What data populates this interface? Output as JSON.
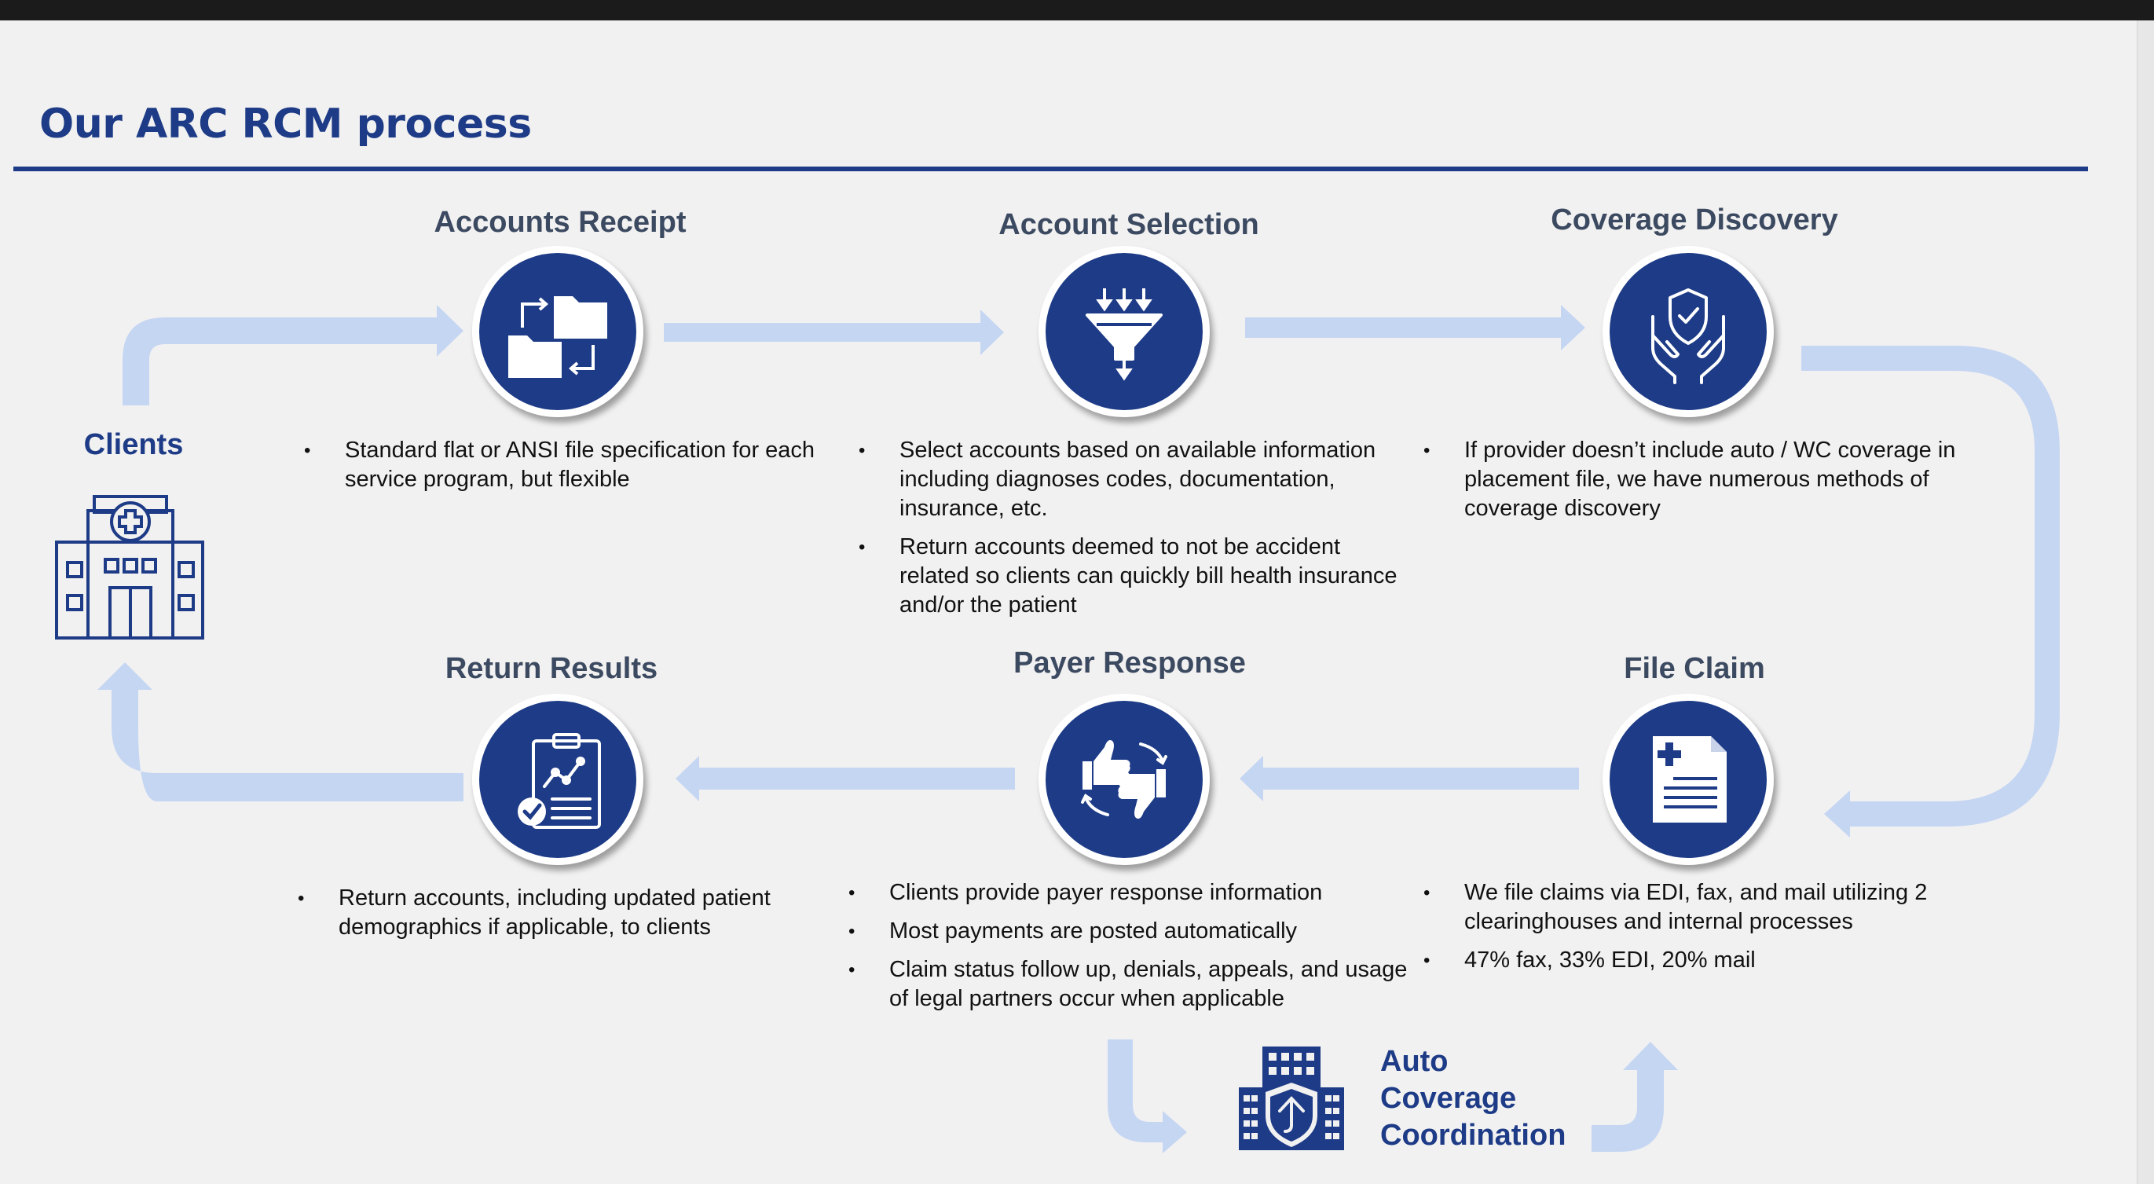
{
  "title": "Our ARC RCM process",
  "colors": {
    "primary": "#1d3b86",
    "arrow": "#c5d6f3",
    "heading": "#3c4a61",
    "background": "#f2f1f1"
  },
  "clients": {
    "label": "Clients",
    "icon": "hospital-icon"
  },
  "steps": {
    "accounts_receipt": {
      "title": "Accounts Receipt",
      "icon": "file-transfer-icon",
      "bullets": [
        "Standard flat or ANSI file specification for each service program, but flexible"
      ]
    },
    "account_selection": {
      "title": "Account Selection",
      "icon": "funnel-icon",
      "bullets": [
        "Select accounts based on available information including diagnoses codes, documentation, insurance, etc.",
        "Return accounts deemed to not be accident related so clients can quickly bill health insurance and/or the patient"
      ]
    },
    "coverage_discovery": {
      "title": "Coverage Discovery",
      "icon": "shield-hands-icon",
      "bullets": [
        "If provider doesn’t include auto / WC coverage in placement file, we have numerous methods of coverage discovery"
      ]
    },
    "file_claim": {
      "title": "File Claim",
      "icon": "medical-document-icon",
      "bullets": [
        "We file claims via EDI, fax, and mail utilizing 2 clearinghouses and internal processes",
        "47% fax, 33% EDI, 20% mail"
      ]
    },
    "payer_response": {
      "title": "Payer Response",
      "icon": "thumbs-exchange-icon",
      "bullets": [
        "Clients provide payer response information",
        "Most payments are posted automatically",
        "Claim status follow up, denials, appeals, and usage of legal partners occur when applicable"
      ]
    },
    "return_results": {
      "title": "Return Results",
      "icon": "clipboard-check-icon",
      "bullets": [
        "Return accounts, including updated patient demographics if applicable, to clients"
      ]
    }
  },
  "auto_coverage": {
    "lines": [
      "Auto",
      "Coverage",
      "Coordination"
    ],
    "icon": "building-shield-icon"
  }
}
